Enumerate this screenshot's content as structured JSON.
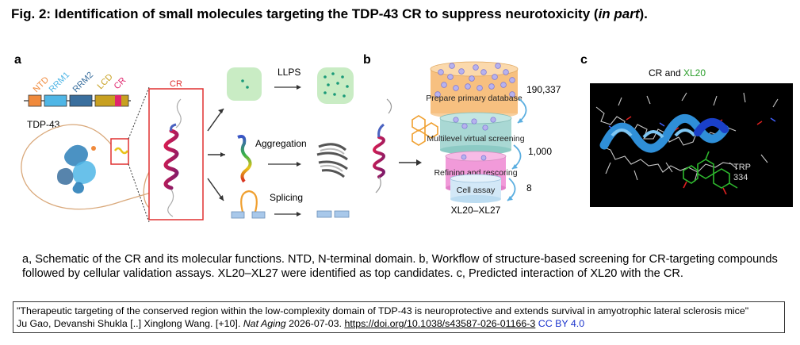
{
  "title": {
    "prefix": "Fig. 2: Identification of small molecules targeting the TDP-43 CR to suppress neurotoxicity (",
    "italic": "in part",
    "suffix": ")."
  },
  "panels": {
    "a": {
      "label": "a",
      "domains": [
        "NTD",
        "RRM1",
        "RRM2",
        "LCD",
        "CR"
      ],
      "domain_colors": [
        "#f08a3c",
        "#4fb6e6",
        "#3a6f9e",
        "#c8a020",
        "#e0266e"
      ],
      "protein": "TDP-43",
      "cr_label": "CR",
      "llps": "LLPS",
      "aggregation": "Aggregation",
      "splicing": "Splicing"
    },
    "b": {
      "label": "b",
      "steps": [
        "Prepare primary database",
        "Multilevel virtual screening",
        "Refining and rescoring",
        "Cell assay"
      ],
      "counts": [
        "190,337",
        "1,000",
        "8"
      ],
      "result": "XL20–XL27"
    },
    "c": {
      "label": "c",
      "heading_prefix": "CR and ",
      "heading_highlight": "XL20",
      "residue_name": "TRP",
      "residue_number": "334"
    }
  },
  "caption": "a, Schematic of the CR and its molecular functions. NTD, N-terminal domain. b, Workflow of structure-based screening for CR-targeting compounds followed by cellular validation assays. XL20–XL27 were identified as top candidates. c, Predicted interaction of XL20 with the CR.",
  "citation": {
    "quote": "\"Therapeutic targeting of the conserved region within the low-complexity domain of TDP-43 is neuroprotective and extends survival in amyotrophic lateral sclerosis mice\"",
    "authors": "Ju Gao, Devanshi Shukla [..] Xinglong Wang. [+10].",
    "journal": "Nat Aging",
    "date": "2026-07-03.",
    "doi": "https://doi.org/10.1038/s43587-026-01166-3",
    "license": "CC BY 4.0"
  }
}
